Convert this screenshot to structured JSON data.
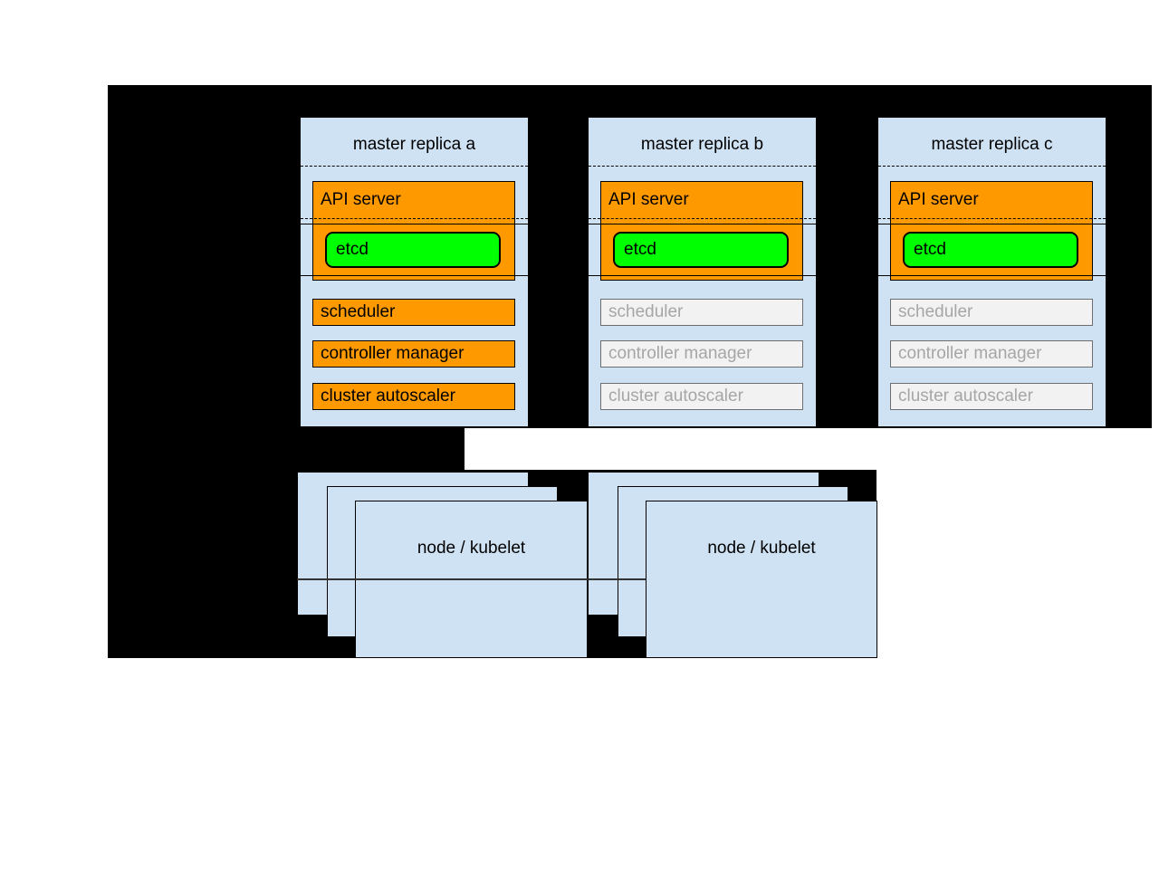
{
  "colors": {
    "background_black": "#000000",
    "page_white": "#ffffff",
    "replica_fill": "#cfe2f3",
    "active_component_fill": "#ff9900",
    "etcd_fill": "#00ff00",
    "standby_component_fill": "#f2f2f2",
    "standby_component_border": "#6e6e6e",
    "standby_component_text": "#a6a6a6"
  },
  "masters": {
    "replicas": [
      {
        "title": "master replica a",
        "api_server_label": "API server",
        "etcd_label": "etcd",
        "scheduler_label": "scheduler",
        "controller_manager_label": "controller manager",
        "cluster_autoscaler_label": "cluster autoscaler",
        "standby": false
      },
      {
        "title": "master replica b",
        "api_server_label": "API server",
        "etcd_label": "etcd",
        "scheduler_label": "scheduler",
        "controller_manager_label": "controller manager",
        "cluster_autoscaler_label": "cluster autoscaler",
        "standby": true
      },
      {
        "title": "master replica c",
        "api_server_label": "API server",
        "etcd_label": "etcd",
        "scheduler_label": "scheduler",
        "controller_manager_label": "controller manager",
        "cluster_autoscaler_label": "cluster autoscaler",
        "standby": true
      }
    ]
  },
  "nodes": {
    "stacks": [
      {
        "label": "node / kubelet"
      },
      {
        "label": "node / kubelet"
      }
    ]
  }
}
